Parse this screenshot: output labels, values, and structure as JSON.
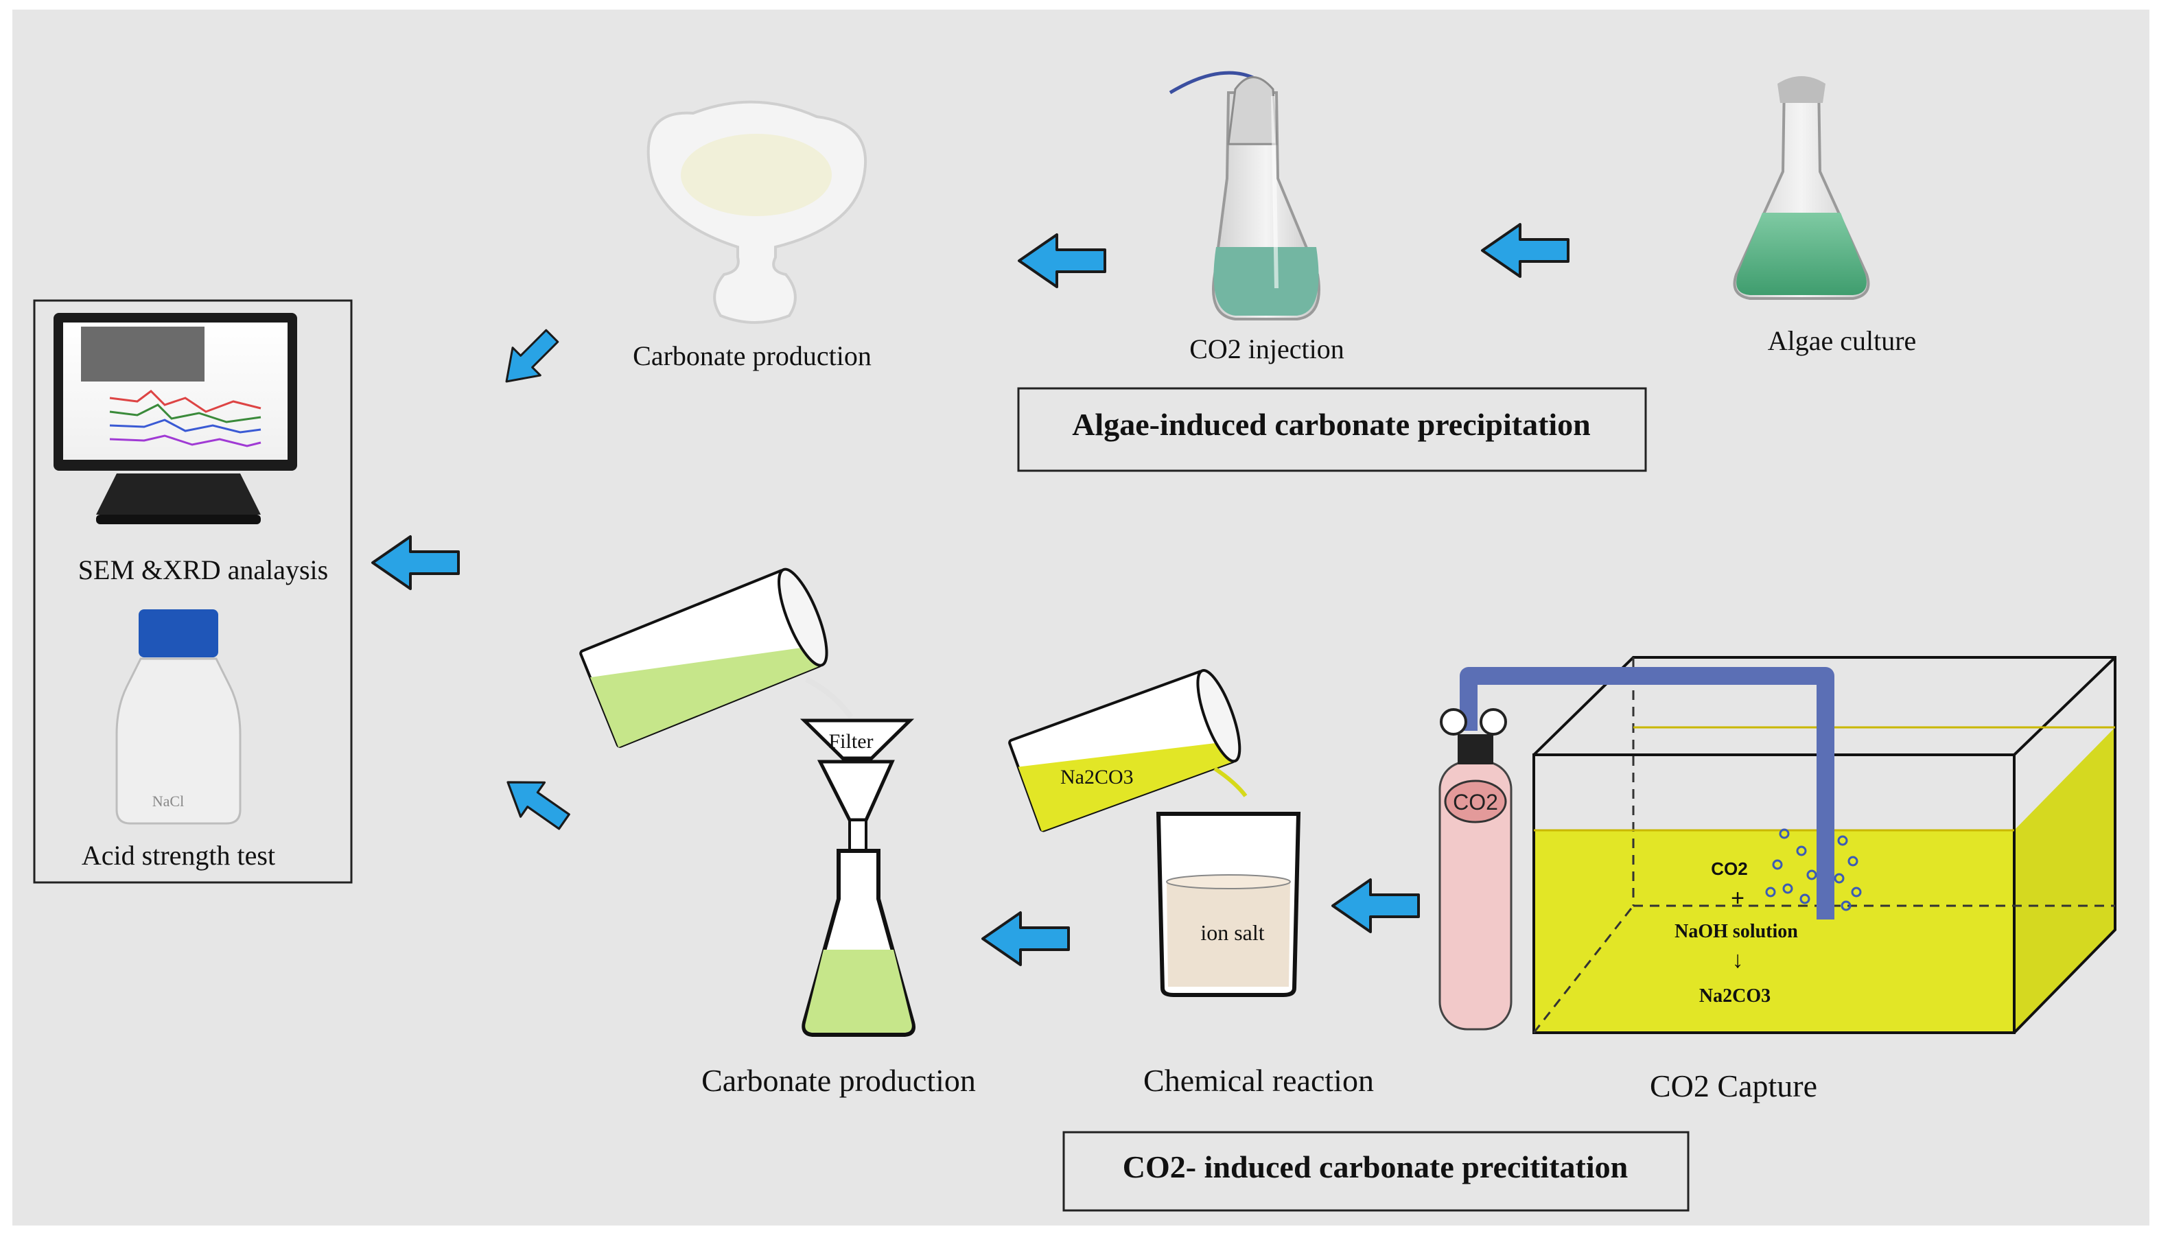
{
  "titles": {
    "algae": "Algae-induced carbonate precipitation",
    "co2": "CO2- induced carbonate precititation"
  },
  "algae_steps": {
    "culture": "Algae culture",
    "injection": "CO2 injection",
    "production": "Carbonate production"
  },
  "co2_steps": {
    "capture": "CO2 Capture",
    "reaction": "Chemical reaction",
    "production": "Carbonate production"
  },
  "analysis": {
    "sem_xrd": "SEM &XRD analaysis",
    "acid": "Acid strength test"
  },
  "labels": {
    "filter": "Filter",
    "na2co3_beaker": "Na2CO3",
    "ion_salt": "ion salt",
    "cylinder": "CO2",
    "tank_co2": "CO2",
    "tank_plus": "+",
    "tank_naoh": "NaOH solution",
    "tank_arrow": "↓",
    "tank_product": "Na2CO3",
    "bottle_label": "NaCl"
  },
  "colors": {
    "background": "#e6e6e6",
    "arrow": "#29a3e5",
    "arrow_outline": "#1a1a1a",
    "solution_yellow": "#e2e626",
    "filtrate_green": "#c6e68a",
    "algae_green": "#5fb88a",
    "pipe_blue": "#5b6fb5",
    "cylinder_pink": "#f2c9c9"
  }
}
